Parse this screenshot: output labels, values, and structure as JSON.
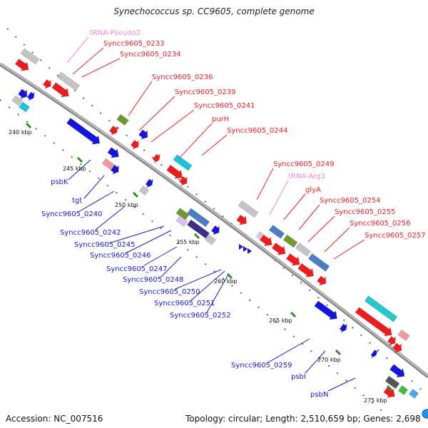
{
  "title": "Synechococcus sp. CC9605, complete genome",
  "accession": "Accession: NC_007516",
  "topology": "Topology: circular; Length: 2,510,659 bp; Genes: 2,698",
  "colors": {
    "red_label": "#e8202a",
    "blue_label": "#1a1acc",
    "pink_label": "#f088c8",
    "backbone": "#909090",
    "tick": "#2e8b2e"
  },
  "ticks": [
    {
      "label": "240 kbp"
    },
    {
      "label": "245 kbp"
    },
    {
      "label": "250 kbp"
    },
    {
      "label": "255 kbp"
    },
    {
      "label": "260 kbp"
    },
    {
      "label": "265 kbp"
    },
    {
      "label": "270 kbp"
    },
    {
      "label": "275 kbp"
    }
  ],
  "top_labels": [
    {
      "text": "tRNA-Pseudo2",
      "kind": "pink"
    },
    {
      "text": "Syncc9605_0233",
      "kind": "red"
    },
    {
      "text": "Syncc9605_0234",
      "kind": "red"
    },
    {
      "text": "Syncc9605_0236",
      "kind": "red"
    },
    {
      "text": "Syncc9605_0239",
      "kind": "red"
    },
    {
      "text": "Syncc9605_0241",
      "kind": "red"
    },
    {
      "text": "purH",
      "kind": "red"
    },
    {
      "text": "Syncc9605_0244",
      "kind": "red"
    },
    {
      "text": "Syncc9605_0249",
      "kind": "red"
    },
    {
      "text": "tRNA-Arg3",
      "kind": "pink"
    },
    {
      "text": "glyA",
      "kind": "red"
    },
    {
      "text": "Syncc9605_0254",
      "kind": "red"
    },
    {
      "text": "Syncc9605_0255",
      "kind": "red"
    },
    {
      "text": "Syncc9605_0256",
      "kind": "red"
    },
    {
      "text": "Syncc9605_0257",
      "kind": "red"
    }
  ],
  "bottom_labels": [
    {
      "text": "psbK"
    },
    {
      "text": "tgt"
    },
    {
      "text": "Syncc9605_0240"
    },
    {
      "text": "Syncc9605_0242"
    },
    {
      "text": "Syncc9605_0245"
    },
    {
      "text": "Syncc9605_0246"
    },
    {
      "text": "Syncc9605_0247"
    },
    {
      "text": "Syncc9605_0248"
    },
    {
      "text": "Syncc9605_0250"
    },
    {
      "text": "Syncc9605_0251"
    },
    {
      "text": "Syncc9605_0252"
    },
    {
      "text": "Syncc9605_0259"
    },
    {
      "text": "psbI"
    },
    {
      "text": "psbN"
    }
  ],
  "zoom_icon": "zoom-circle-icon"
}
